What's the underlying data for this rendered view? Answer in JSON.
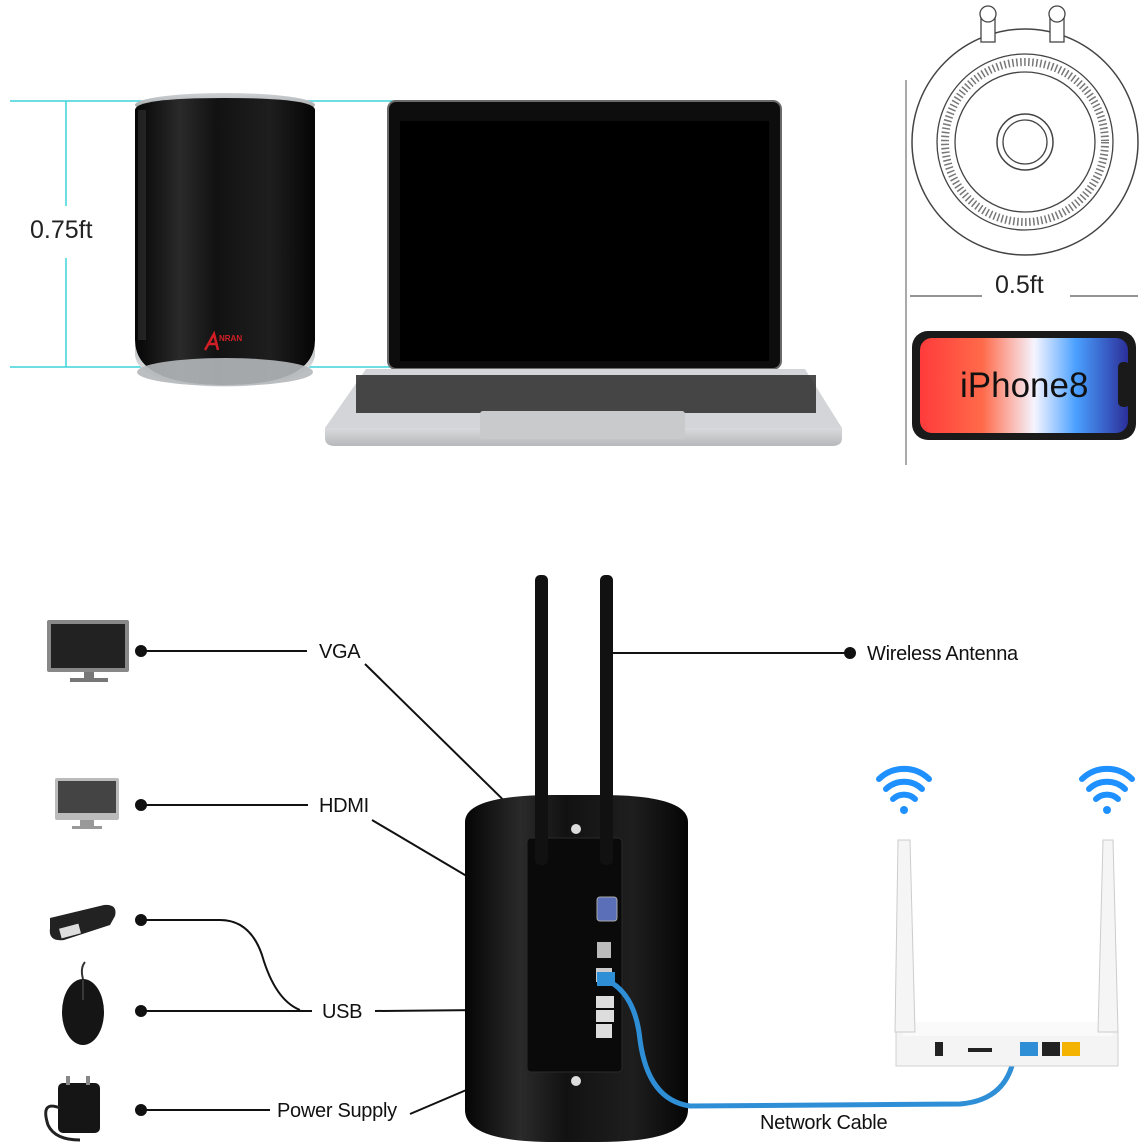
{
  "top": {
    "height_label": "0.75ft",
    "width_label": "0.5ft",
    "phone_label": "iPhone8",
    "brand_logo": "ANRAN"
  },
  "connections": {
    "vga": "VGA",
    "hdmi": "HDMI",
    "usb": "USB",
    "power": "Power Supply",
    "antenna": "Wireless Antenna",
    "network": "Network Cable"
  },
  "colors": {
    "accent_line": "#3fd3d8",
    "cable_blue": "#2f8fd6",
    "wifi_blue": "#1e90ff",
    "device_black": "#111111"
  },
  "icons": [
    "vga-monitor-icon",
    "hdmi-monitor-icon",
    "usb-stick-icon",
    "mouse-icon",
    "power-adapter-icon",
    "router-icon",
    "wifi-icon"
  ]
}
